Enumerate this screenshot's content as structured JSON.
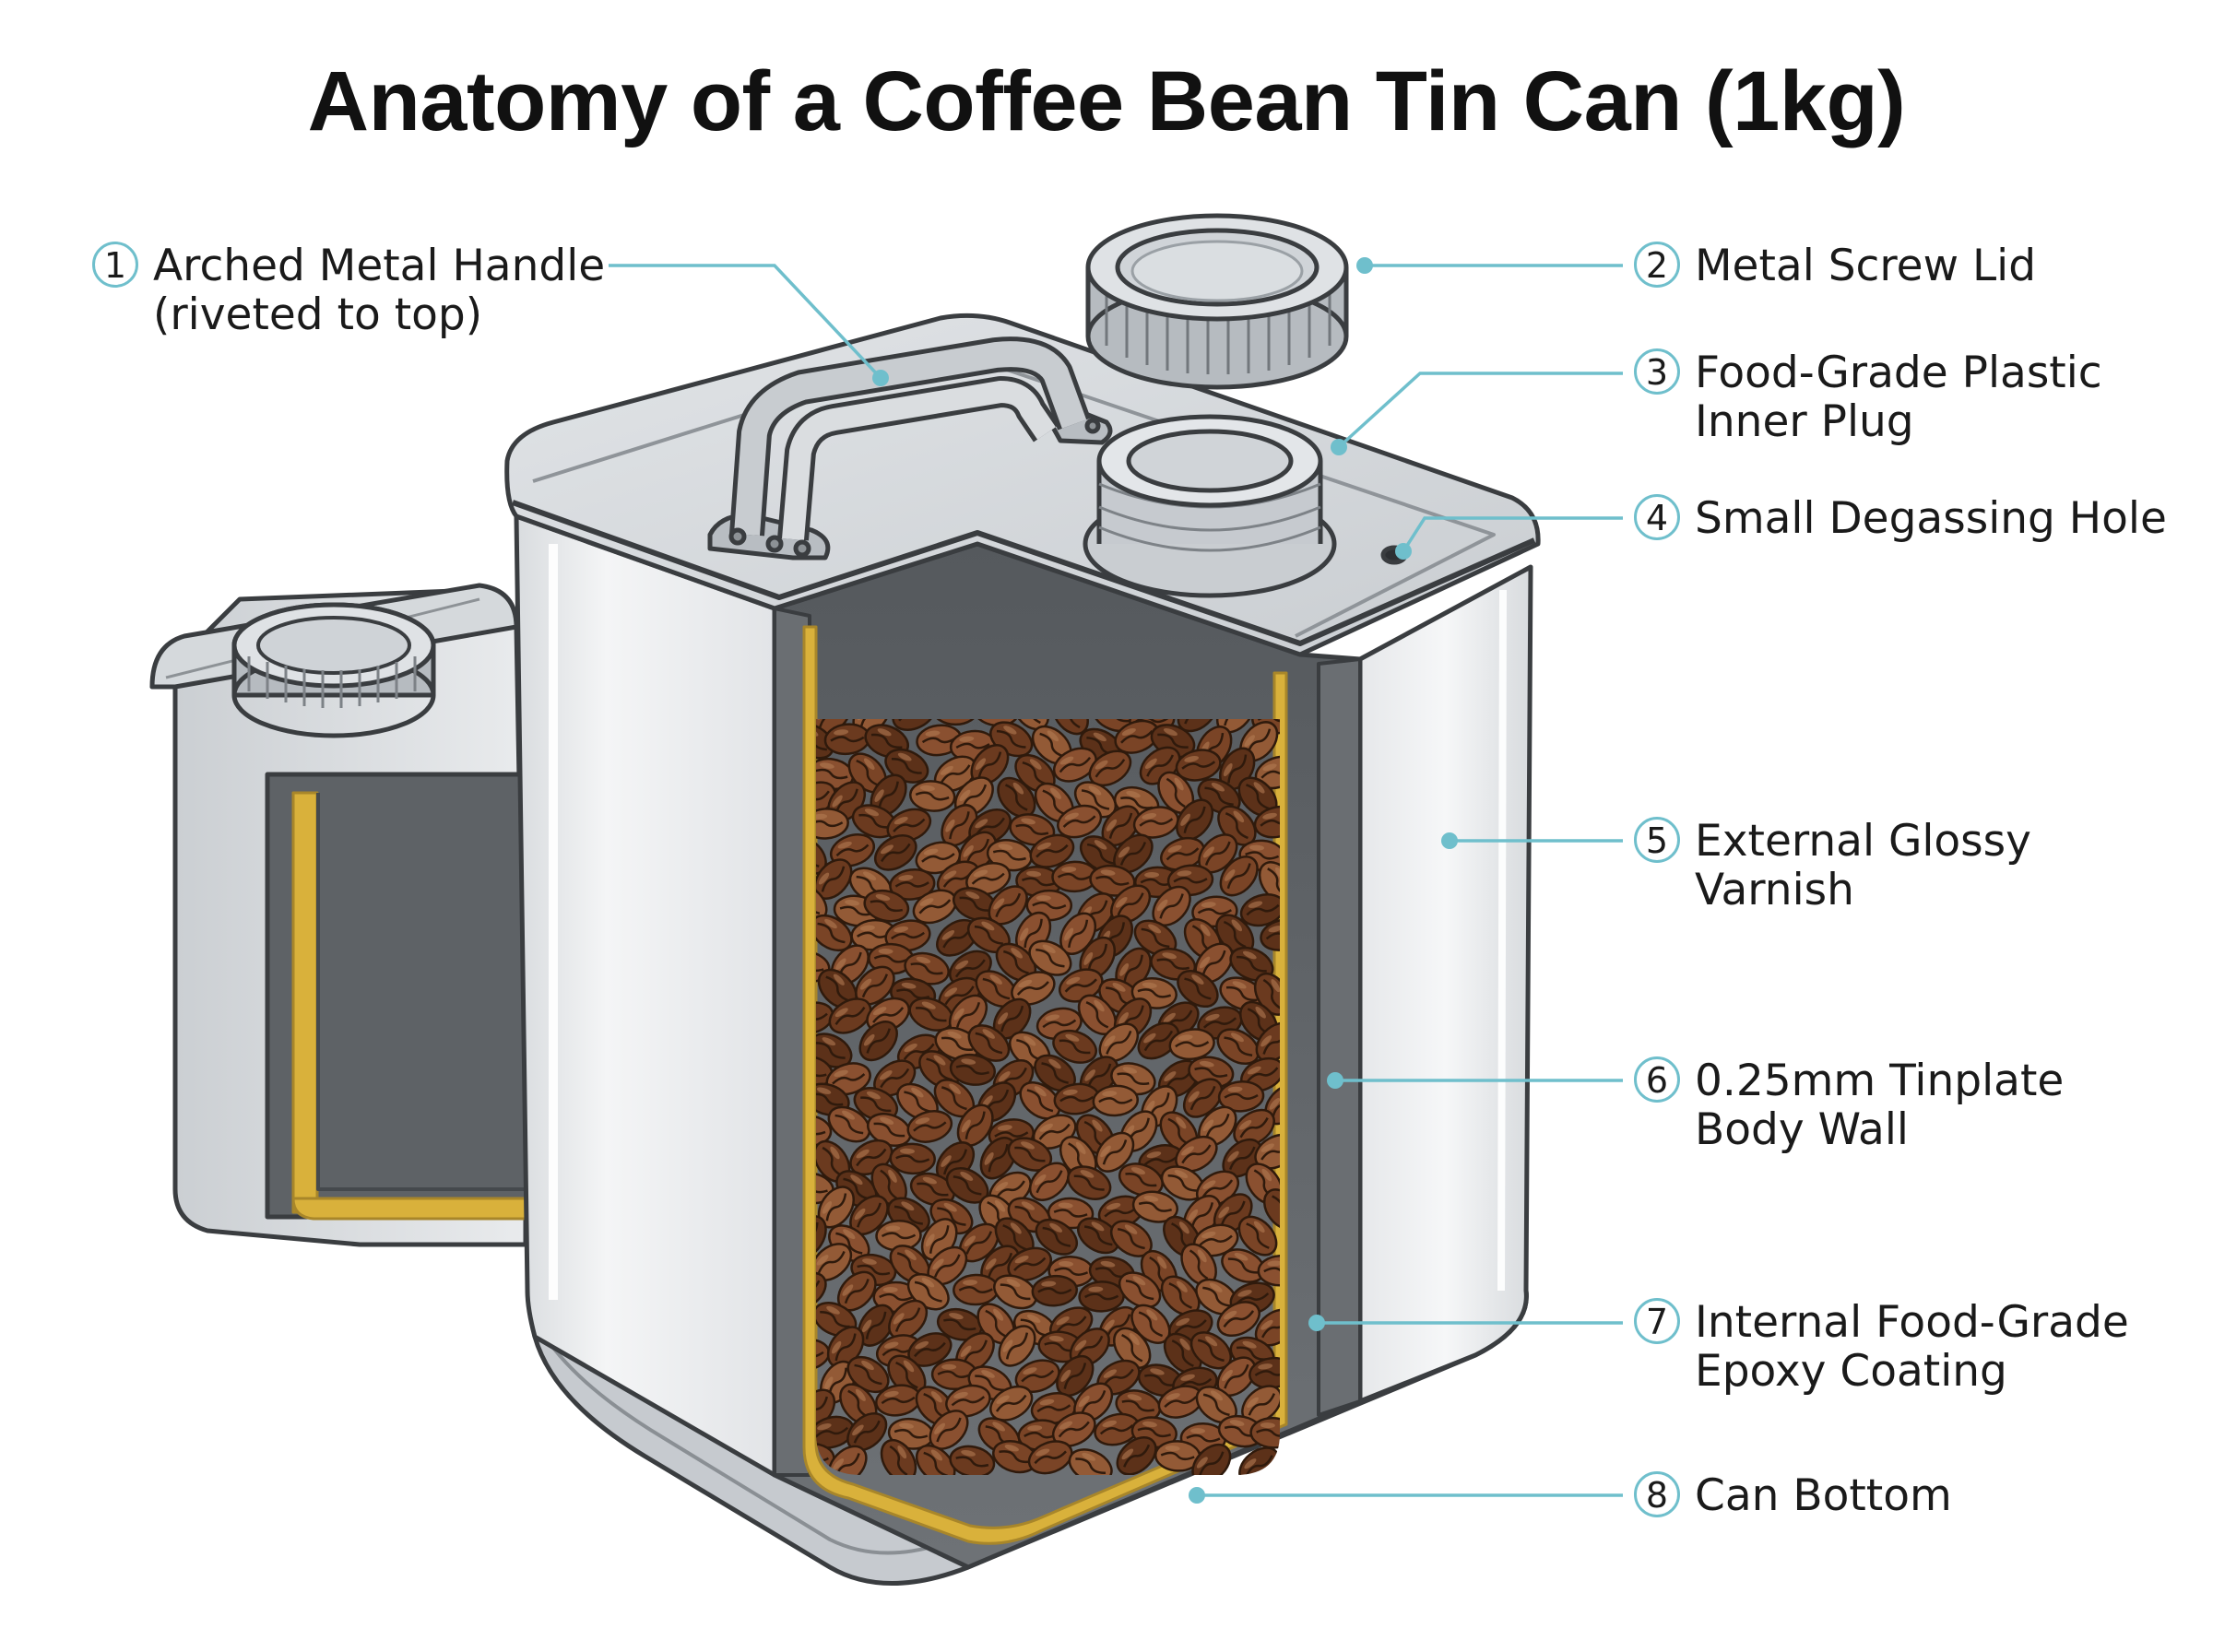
{
  "title": "Anatomy of a Coffee Bean Tin Can (1kg)",
  "colors": {
    "leader": "#6fbfcc",
    "metal_light": "#e4e7ea",
    "metal_mid": "#c4c9ce",
    "interior_dark": "#5e6266",
    "epoxy_gold": "#d9b13b",
    "bean_brown": "#7a4426",
    "outline": "#3a3d40"
  },
  "callouts": [
    {
      "num": "1",
      "lines": [
        "Arched Metal Handle",
        "(riveted to top)"
      ]
    },
    {
      "num": "2",
      "lines": [
        "Metal Screw Lid"
      ]
    },
    {
      "num": "3",
      "lines": [
        "Food-Grade Plastic",
        "Inner Plug"
      ]
    },
    {
      "num": "4",
      "lines": [
        "Small Degassing Hole"
      ]
    },
    {
      "num": "5",
      "lines": [
        "External Glossy",
        "Varnish"
      ]
    },
    {
      "num": "6",
      "lines": [
        "0.25mm Tinplate",
        "Body Wall"
      ]
    },
    {
      "num": "7",
      "lines": [
        "Internal Food-Grade",
        "Epoxy Coating"
      ]
    },
    {
      "num": "8",
      "lines": [
        "Can Bottom"
      ]
    }
  ],
  "icons": [
    "coffee-tin-icon",
    "coffee-bean-icon",
    "screw-lid-icon"
  ]
}
